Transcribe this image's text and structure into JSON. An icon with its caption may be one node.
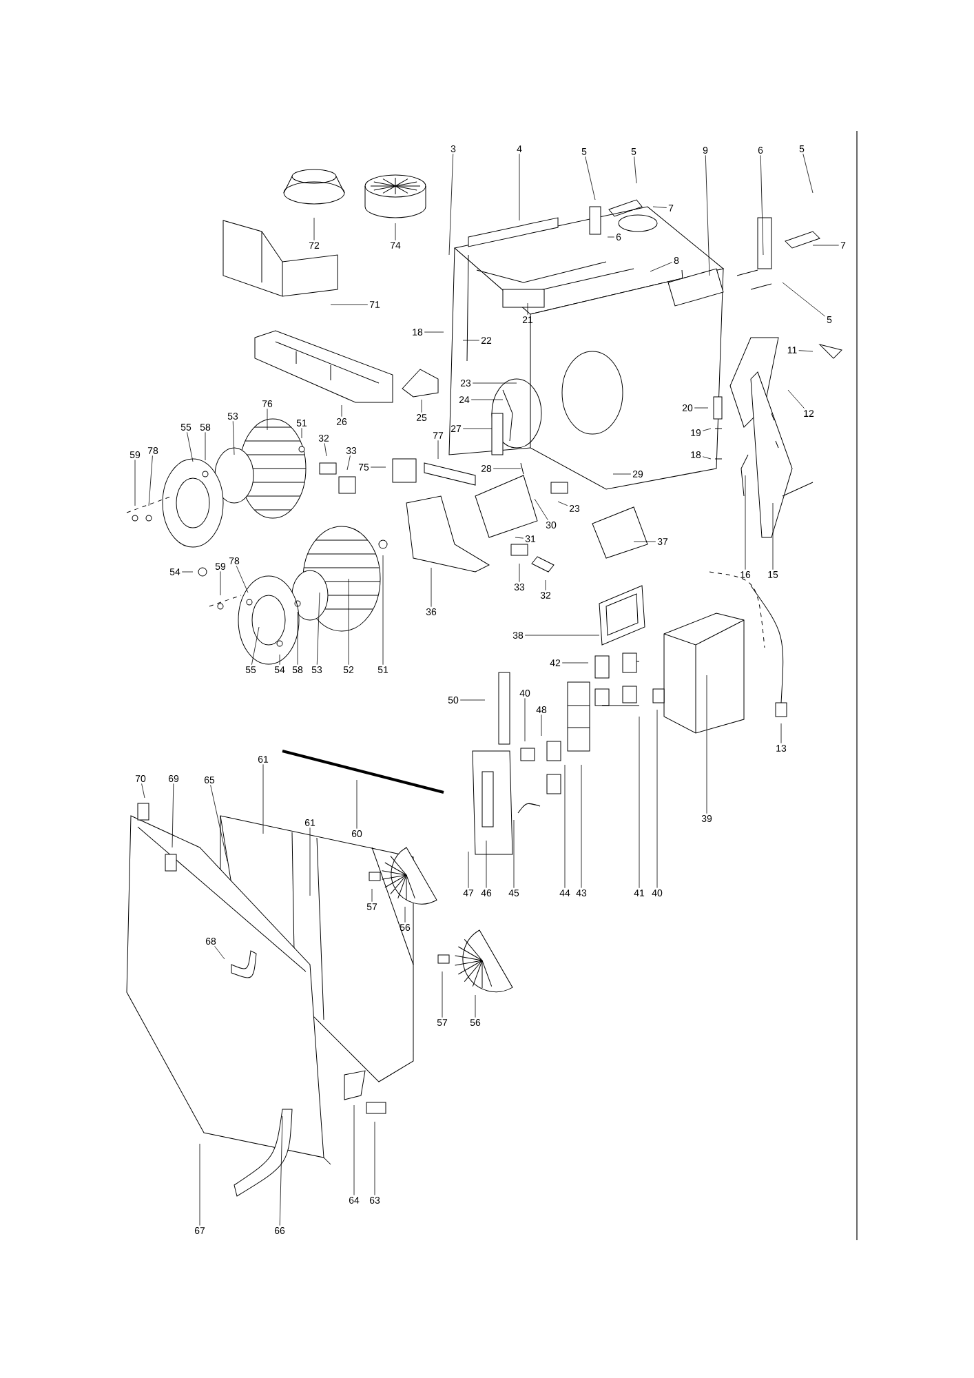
{
  "diagram": {
    "nodes": [
      {
        "text": [
          "3"
        ]
      },
      {
        "text": [
          "4"
        ]
      },
      {
        "text": [
          "5"
        ]
      },
      {
        "text": [
          "5"
        ]
      },
      {
        "text": [
          "7"
        ]
      },
      {
        "text": [
          "6"
        ]
      },
      {
        "text": [
          "8"
        ]
      },
      {
        "text": [
          "9"
        ]
      },
      {
        "text": [
          "6"
        ]
      },
      {
        "text": [
          "5"
        ]
      },
      {
        "text": [
          "7"
        ]
      },
      {
        "text": [
          "5"
        ]
      },
      {
        "text": [
          "11"
        ]
      },
      {
        "text": [
          "12"
        ]
      },
      {
        "text": [
          "72"
        ]
      },
      {
        "text": [
          "74"
        ]
      },
      {
        "text": [
          "71"
        ]
      },
      {
        "text": [
          "18"
        ]
      },
      {
        "text": [
          "22"
        ]
      },
      {
        "text": [
          "21"
        ]
      },
      {
        "text": [
          "23"
        ]
      },
      {
        "text": [
          "24"
        ]
      },
      {
        "text": [
          "25"
        ]
      },
      {
        "text": [
          "26"
        ]
      },
      {
        "text": [
          "27"
        ]
      },
      {
        "text": [
          "20"
        ]
      },
      {
        "text": [
          "19"
        ]
      },
      {
        "text": [
          "18"
        ]
      },
      {
        "text": [
          "29"
        ]
      },
      {
        "text": [
          "76"
        ]
      },
      {
        "text": [
          "53"
        ]
      },
      {
        "text": [
          "55"
        ]
      },
      {
        "text": [
          "58"
        ]
      },
      {
        "text": [
          "59"
        ]
      },
      {
        "text": [
          "78"
        ]
      },
      {
        "text": [
          "51"
        ]
      },
      {
        "text": [
          "32"
        ]
      },
      {
        "text": [
          "33"
        ]
      },
      {
        "text": [
          "75"
        ]
      },
      {
        "text": [
          "77"
        ]
      },
      {
        "text": [
          "28"
        ]
      },
      {
        "text": [
          "23"
        ]
      },
      {
        "text": [
          "30"
        ]
      },
      {
        "text": [
          "31"
        ]
      },
      {
        "text": [
          "37"
        ]
      },
      {
        "text": [
          "16"
        ]
      },
      {
        "text": [
          "15"
        ]
      },
      {
        "text": [
          "54"
        ]
      },
      {
        "text": [
          "59"
        ]
      },
      {
        "text": [
          "78"
        ]
      },
      {
        "text": [
          "36"
        ]
      },
      {
        "text": [
          "33"
        ]
      },
      {
        "text": [
          "32"
        ]
      },
      {
        "text": [
          "55"
        ]
      },
      {
        "text": [
          "54"
        ]
      },
      {
        "text": [
          "58"
        ]
      },
      {
        "text": [
          "53"
        ]
      },
      {
        "text": [
          "52"
        ]
      },
      {
        "text": [
          "51"
        ]
      },
      {
        "text": [
          "38"
        ]
      },
      {
        "text": [
          "42"
        ]
      },
      {
        "text": [
          "50"
        ]
      },
      {
        "text": [
          "40"
        ]
      },
      {
        "text": [
          "48"
        ]
      },
      {
        "text": [
          "13"
        ]
      },
      {
        "text": [
          "39"
        ]
      },
      {
        "text": [
          "70"
        ]
      },
      {
        "text": [
          "69"
        ]
      },
      {
        "text": [
          "65"
        ]
      },
      {
        "text": [
          "61"
        ]
      },
      {
        "text": [
          "61"
        ]
      },
      {
        "text": [
          "60"
        ]
      },
      {
        "text": [
          "57"
        ]
      },
      {
        "text": [
          "56"
        ]
      },
      {
        "text": [
          "68"
        ]
      },
      {
        "text": [
          "57"
        ]
      },
      {
        "text": [
          "56"
        ]
      },
      {
        "text": [
          "47"
        ]
      },
      {
        "text": [
          "46"
        ]
      },
      {
        "text": [
          "45"
        ]
      },
      {
        "text": [
          "44"
        ]
      },
      {
        "text": [
          "43"
        ]
      },
      {
        "text": [
          "41"
        ]
      },
      {
        "text": [
          "40"
        ]
      },
      {
        "text": [
          "64"
        ]
      },
      {
        "text": [
          "63"
        ]
      },
      {
        "text": [
          "67"
        ]
      },
      {
        "text": [
          "66"
        ]
      }
    ],
    "edges": [
      {
        "from": 0,
        "to": null,
        "arrow": "none"
      },
      {
        "from": 1,
        "to": null,
        "arrow": "none"
      },
      {
        "from": 2,
        "to": null,
        "arrow": "none"
      },
      {
        "from": 3,
        "to": null,
        "arrow": "none"
      },
      {
        "from": 4,
        "to": null,
        "arrow": "none"
      },
      {
        "from": 5,
        "to": null,
        "arrow": "none"
      },
      {
        "from": 6,
        "to": null,
        "arrow": "none"
      },
      {
        "from": 7,
        "to": null,
        "arrow": "none"
      },
      {
        "from": 8,
        "to": null,
        "arrow": "none"
      },
      {
        "from": 9,
        "to": null,
        "arrow": "none"
      },
      {
        "from": 10,
        "to": null,
        "arrow": "none"
      },
      {
        "from": 11,
        "to": null,
        "arrow": "none"
      },
      {
        "from": 12,
        "to": null,
        "arrow": "none"
      },
      {
        "from": 13,
        "to": null,
        "arrow": "none"
      },
      {
        "from": 14,
        "to": null,
        "arrow": "none"
      },
      {
        "from": 15,
        "to": null,
        "arrow": "none"
      },
      {
        "from": 16,
        "to": null,
        "arrow": "none"
      },
      {
        "from": 17,
        "to": null,
        "arrow": "none"
      },
      {
        "from": 18,
        "to": null,
        "arrow": "none"
      },
      {
        "from": 19,
        "to": null,
        "arrow": "none"
      },
      {
        "from": 20,
        "to": null,
        "arrow": "none"
      },
      {
        "from": 21,
        "to": null,
        "arrow": "none"
      },
      {
        "from": 22,
        "to": null,
        "arrow": "none"
      },
      {
        "from": 23,
        "to": null,
        "arrow": "none"
      },
      {
        "from": 24,
        "to": null,
        "arrow": "none"
      },
      {
        "from": 25,
        "to": null,
        "arrow": "none"
      },
      {
        "from": 26,
        "to": null,
        "arrow": "none"
      },
      {
        "from": 27,
        "to": null,
        "arrow": "none"
      },
      {
        "from": 28,
        "to": null,
        "arrow": "none"
      },
      {
        "from": 29,
        "to": null,
        "arrow": "none"
      },
      {
        "from": 30,
        "to": null,
        "arrow": "none"
      },
      {
        "from": 31,
        "to": null,
        "arrow": "none"
      },
      {
        "from": 32,
        "to": null,
        "arrow": "none"
      },
      {
        "from": 33,
        "to": null,
        "arrow": "none"
      },
      {
        "from": 34,
        "to": null,
        "arrow": "none"
      },
      {
        "from": 35,
        "to": null,
        "arrow": "none"
      },
      {
        "from": 36,
        "to": null,
        "arrow": "none"
      },
      {
        "from": 37,
        "to": null,
        "arrow": "none"
      },
      {
        "from": 38,
        "to": null,
        "arrow": "none"
      },
      {
        "from": 39,
        "to": null,
        "arrow": "none"
      },
      {
        "from": 40,
        "to": null,
        "arrow": "none"
      },
      {
        "from": 41,
        "to": null,
        "arrow": "none"
      },
      {
        "from": 42,
        "to": null,
        "arrow": "none"
      },
      {
        "from": 43,
        "to": null,
        "arrow": "none"
      },
      {
        "from": 44,
        "to": null,
        "arrow": "none"
      },
      {
        "from": 45,
        "to": null,
        "arrow": "none"
      },
      {
        "from": 46,
        "to": null,
        "arrow": "none"
      },
      {
        "from": 47,
        "to": null,
        "arrow": "none"
      },
      {
        "from": 48,
        "to": null,
        "arrow": "none"
      },
      {
        "from": 49,
        "to": null,
        "arrow": "none"
      },
      {
        "from": 50,
        "to": null,
        "arrow": "none"
      },
      {
        "from": 51,
        "to": null,
        "arrow": "none"
      },
      {
        "from": 52,
        "to": null,
        "arrow": "none"
      },
      {
        "from": 53,
        "to": null,
        "arrow": "none"
      },
      {
        "from": 54,
        "to": null,
        "arrow": "none"
      },
      {
        "from": 55,
        "to": null,
        "arrow": "none"
      },
      {
        "from": 56,
        "to": null,
        "arrow": "none"
      },
      {
        "from": 57,
        "to": null,
        "arrow": "none"
      },
      {
        "from": 58,
        "to": null,
        "arrow": "none"
      },
      {
        "from": 59,
        "to": null,
        "arrow": "none"
      },
      {
        "from": 60,
        "to": null,
        "arrow": "none"
      },
      {
        "from": 61,
        "to": null,
        "arrow": "none"
      },
      {
        "from": 62,
        "to": null,
        "arrow": "none"
      },
      {
        "from": 63,
        "to": null,
        "arrow": "none"
      },
      {
        "from": 64,
        "to": null,
        "arrow": "none"
      },
      {
        "from": 65,
        "to": null,
        "arrow": "none"
      },
      {
        "from": 66,
        "to": null,
        "arrow": "none"
      },
      {
        "from": 67,
        "to": null,
        "arrow": "none"
      },
      {
        "from": 68,
        "to": null,
        "arrow": "none"
      },
      {
        "from": 69,
        "to": null,
        "arrow": "none"
      },
      {
        "from": 70,
        "to": null,
        "arrow": "none"
      },
      {
        "from": 71,
        "to": null,
        "arrow": "none"
      },
      {
        "from": 72,
        "to": null,
        "arrow": "none"
      },
      {
        "from": 73,
        "to": null,
        "arrow": "none"
      },
      {
        "from": 74,
        "to": null,
        "arrow": "none"
      },
      {
        "from": 75,
        "to": null,
        "arrow": "none"
      },
      {
        "from": 76,
        "to": null,
        "arrow": "none"
      },
      {
        "from": 77,
        "to": null,
        "arrow": "none"
      },
      {
        "from": 78,
        "to": null,
        "arrow": "none"
      },
      {
        "from": 79,
        "to": null,
        "arrow": "none"
      },
      {
        "from": 80,
        "to": null,
        "arrow": "none"
      },
      {
        "from": 81,
        "to": null,
        "arrow": "none"
      },
      {
        "from": 82,
        "to": null,
        "arrow": "none"
      },
      {
        "from": 83,
        "to": null,
        "arrow": "none"
      },
      {
        "from": 84,
        "to": null,
        "arrow": "none"
      },
      {
        "from": 85,
        "to": null,
        "arrow": "none"
      },
      {
        "from": 86,
        "to": null,
        "arrow": "none"
      },
      {
        "from": 87,
        "to": null,
        "arrow": "none"
      }
    ]
  }
}
